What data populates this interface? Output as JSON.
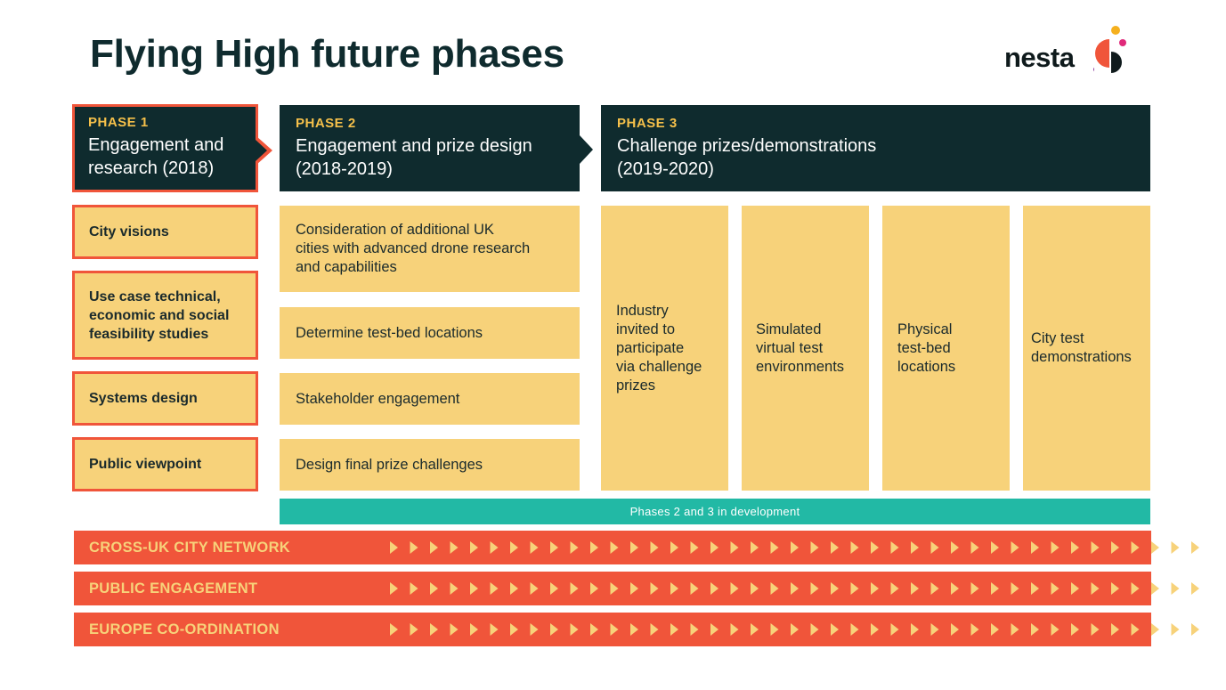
{
  "title": "Flying High future phases",
  "logo": {
    "text": "nesta"
  },
  "phases": [
    {
      "label": "PHASE 1",
      "name_lines": [
        "Engagement and",
        "research (2018)"
      ]
    },
    {
      "label": "PHASE 2",
      "name_lines": [
        "Engagement and prize design",
        "(2018-2019)"
      ]
    },
    {
      "label": "PHASE 3",
      "name_lines": [
        "Challenge prizes/demonstrations",
        "(2019-2020)"
      ]
    }
  ],
  "phase1_items": [
    {
      "lines": [
        "City visions"
      ]
    },
    {
      "lines": [
        "Use case technical,",
        "economic and social",
        "feasibility studies"
      ]
    },
    {
      "lines": [
        "Systems design"
      ]
    },
    {
      "lines": [
        "Public viewpoint"
      ]
    }
  ],
  "phase2_items": [
    {
      "lines": [
        "Consideration of additional UK",
        "cities with advanced drone research",
        "and capabilities"
      ]
    },
    {
      "lines": [
        "Determine test-bed locations"
      ]
    },
    {
      "lines": [
        "Stakeholder engagement"
      ]
    },
    {
      "lines": [
        "Design final prize challenges"
      ]
    }
  ],
  "phase3_items": [
    {
      "lines": [
        "Industry",
        "invited to",
        "participate",
        "via challenge",
        "prizes"
      ]
    },
    {
      "lines": [
        "Simulated",
        "virtual test",
        "environments"
      ]
    },
    {
      "lines": [
        "Physical",
        "test-bed",
        "locations"
      ]
    },
    {
      "lines": [
        "City test",
        "demonstrations"
      ]
    }
  ],
  "development_note": "Phases 2 and 3 in development",
  "streams": [
    {
      "label": "CROSS-UK CITY NETWORK"
    },
    {
      "label": "PUBLIC ENGAGEMENT"
    },
    {
      "label": "EUROPE CO-ORDINATION"
    }
  ],
  "colors": {
    "dark": "#0f2b2e",
    "orange": "#f0553a",
    "yellow": "#f7d27a",
    "teal": "#22b9a5",
    "gold": "#f5c04a"
  }
}
